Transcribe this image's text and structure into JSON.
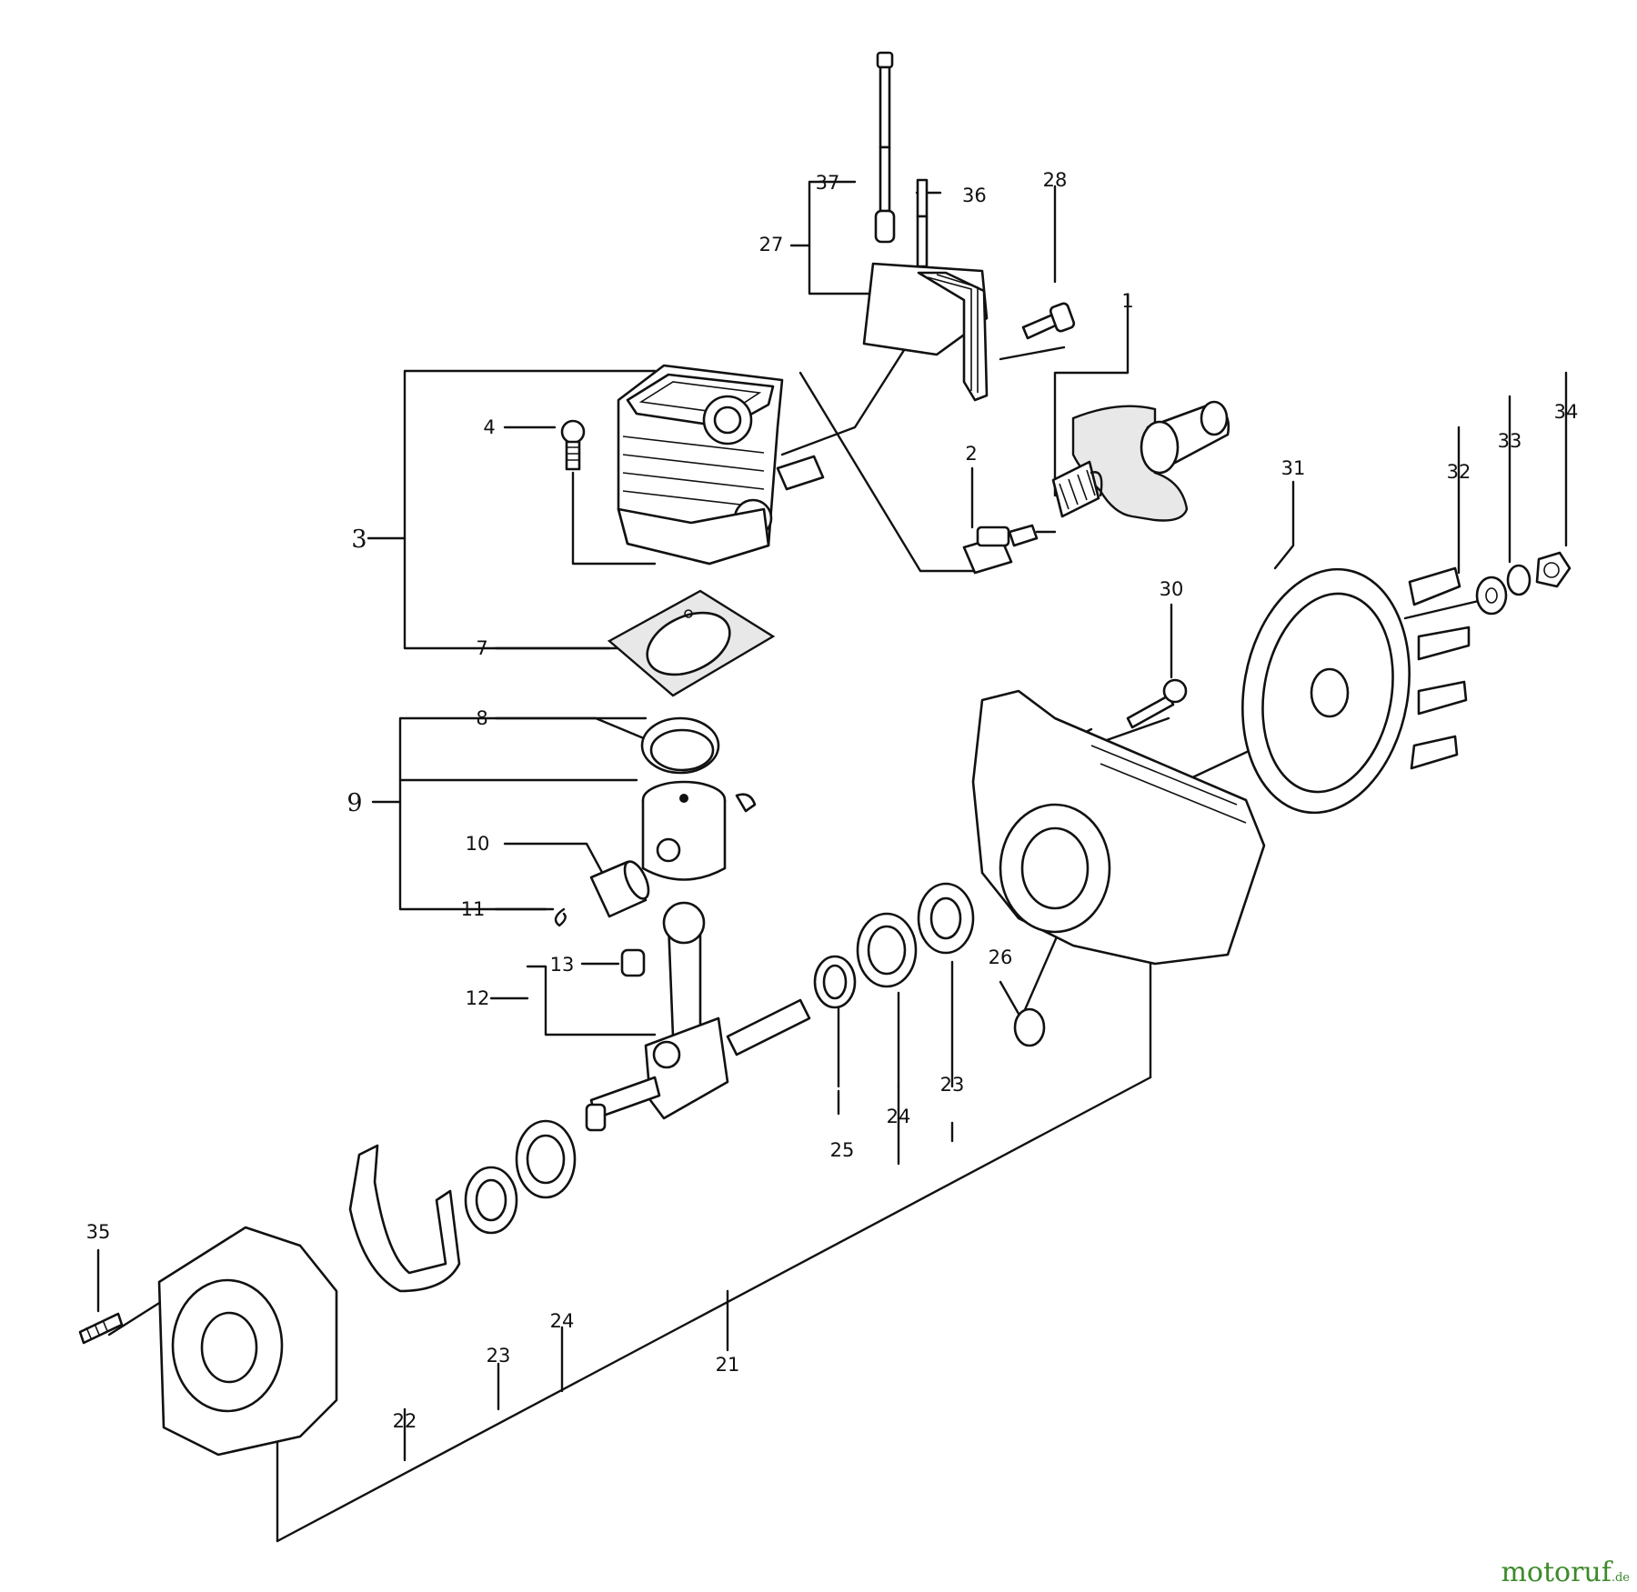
{
  "watermark": {
    "main": "motoruf",
    "suffix": ".de"
  },
  "callouts": [
    "37",
    "36",
    "28",
    "27",
    "1",
    "4",
    "2",
    "3",
    "7",
    "8",
    "9",
    "10",
    "11",
    "13",
    "12",
    "30",
    "31",
    "32",
    "33",
    "34",
    "26",
    "25",
    "24",
    "23",
    "35",
    "22",
    "21"
  ]
}
